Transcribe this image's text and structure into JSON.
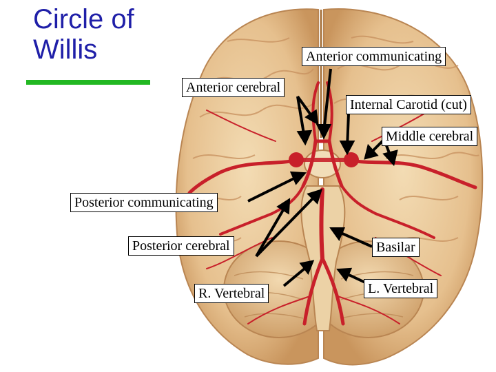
{
  "title_line1": "Circle of",
  "title_line2": "Willis",
  "colors": {
    "title": "#1f1fa8",
    "accent_bar": "#22b822",
    "artery": "#c8202a",
    "brain": "#e9c79a"
  },
  "labels": {
    "anterior_communicating": "Anterior communicating",
    "anterior_cerebral": "Anterior cerebral",
    "internal_carotid": "Internal Carotid (cut)",
    "middle_cerebral": "Middle cerebral",
    "posterior_communicating": "Posterior communicating",
    "posterior_cerebral": "Posterior cerebral",
    "basilar": "Basilar",
    "r_vertebral": "R. Vertebral",
    "l_vertebral": "L. Vertebral"
  }
}
